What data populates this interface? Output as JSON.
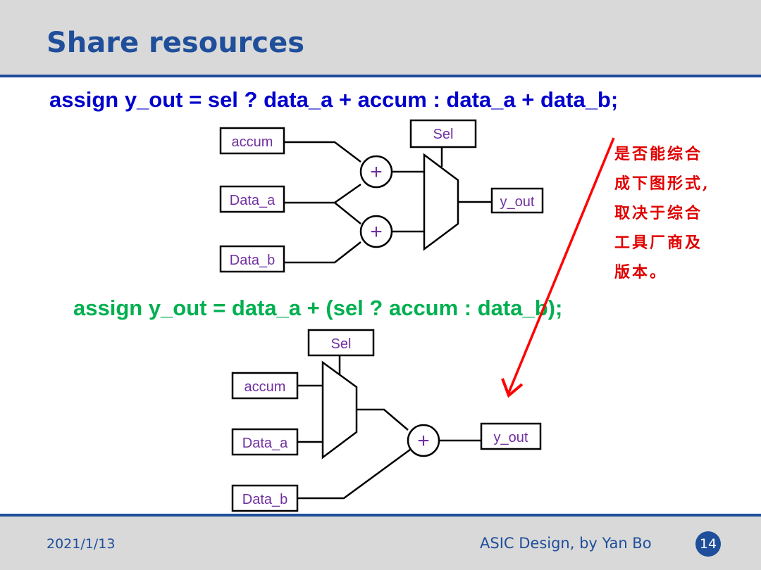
{
  "slide": {
    "title": "Share resources",
    "code_line_1": "assign y_out =  sel ? data_a + accum : data_a + data_b;",
    "code_line_2": "assign y_out = data_a + (sel ? accum : data_b);",
    "note_lines": [
      "是否能综合",
      "成下图形式,",
      "取决于综合",
      "工具厂商及",
      "版本。"
    ],
    "colors": {
      "title": "#1f4e9a",
      "code_1": "#0000cc",
      "code_2": "#00b050",
      "note": "#e00000",
      "labels": "#7030a0"
    }
  },
  "diagram_top": {
    "accum": "accum",
    "data_a": "Data_a",
    "data_b": "Data_b",
    "sel": "Sel",
    "y_out": "y_out",
    "adder_symbol": "+"
  },
  "diagram_bottom": {
    "accum": "accum",
    "data_a": "Data_a",
    "data_b": "Data_b",
    "sel": "Sel",
    "y_out": "y_out",
    "adder_symbol": "+"
  },
  "footer": {
    "date": "2021/1/13",
    "course": "ASIC Design, by Yan Bo",
    "page": "14"
  }
}
